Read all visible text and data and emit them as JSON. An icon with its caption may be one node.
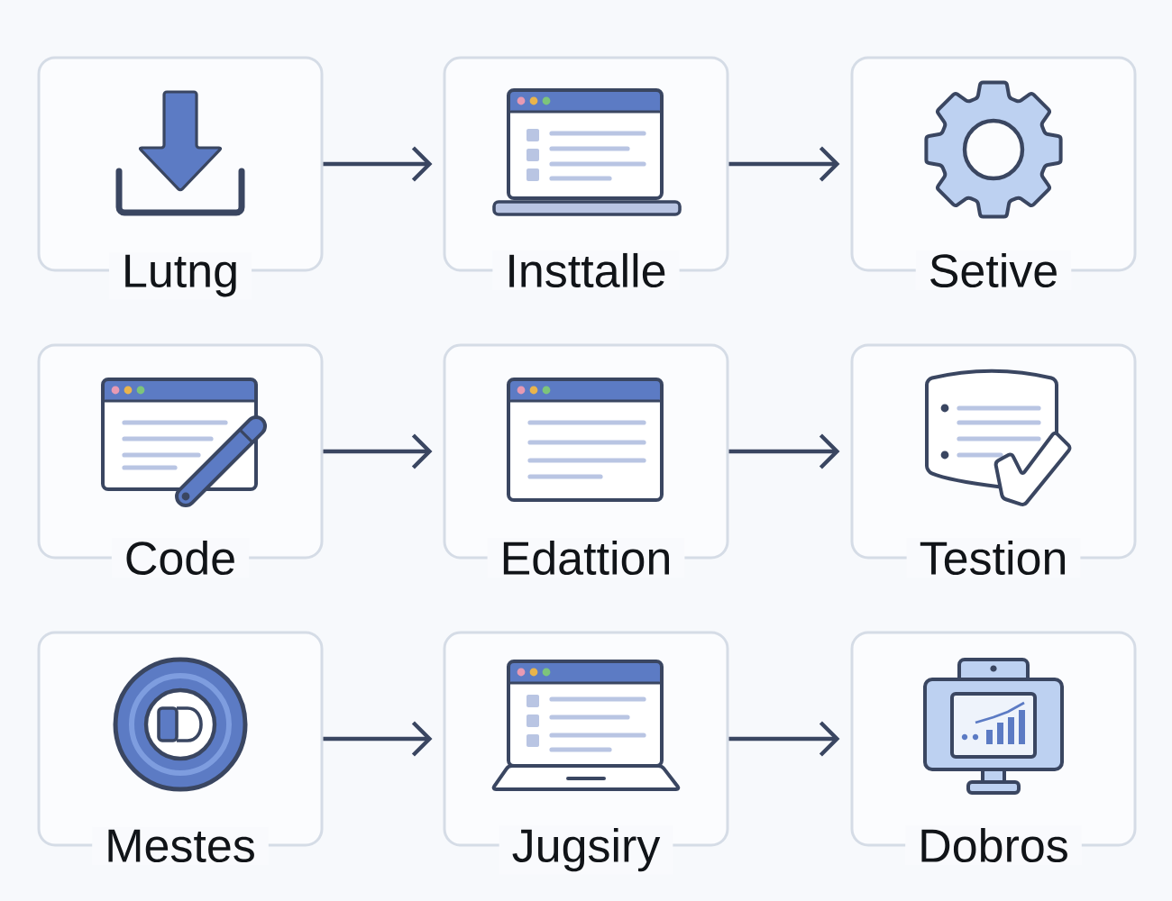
{
  "diagram": {
    "nodes": [
      {
        "text": [
          "Lutng"
        ]
      },
      {
        "text": [
          "Insttalle"
        ]
      },
      {
        "text": [
          "Setive"
        ]
      },
      {
        "text": [
          "Code"
        ]
      },
      {
        "text": [
          "Edattion"
        ]
      },
      {
        "text": [
          "Testion"
        ]
      },
      {
        "text": [
          "Mestes"
        ]
      },
      {
        "text": [
          "Jugsiry"
        ]
      },
      {
        "text": [
          "Dobros"
        ]
      }
    ],
    "edges": [
      {
        "from": 0,
        "to": 1,
        "arrow": "to"
      },
      {
        "from": 1,
        "to": 2,
        "arrow": "to"
      },
      {
        "from": 3,
        "to": 4,
        "arrow": "to"
      },
      {
        "from": 4,
        "to": 5,
        "arrow": "to"
      },
      {
        "from": 6,
        "to": 7,
        "arrow": "to"
      },
      {
        "from": 7,
        "to": 8,
        "arrow": "to"
      }
    ]
  }
}
